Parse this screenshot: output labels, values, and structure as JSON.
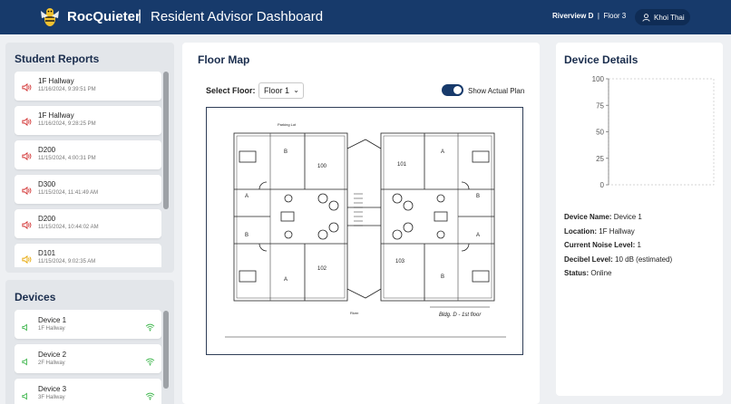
{
  "header": {
    "brand": "RocQuieter",
    "separator": "|",
    "title": "Resident Advisor Dashboard",
    "building": "Riverview D",
    "loc_separator": "|",
    "floor": "Floor 3",
    "user": "Khoi Thai",
    "bg_color": "#173a6b"
  },
  "reports": {
    "title": "Student Reports",
    "items": [
      {
        "name": "1F Hallway",
        "time": "11/16/2024, 9:39:51 PM",
        "severity": "high"
      },
      {
        "name": "1F Hallway",
        "time": "11/16/2024, 9:28:25 PM",
        "severity": "high"
      },
      {
        "name": "D200",
        "time": "11/15/2024, 4:00:31 PM",
        "severity": "high"
      },
      {
        "name": "D300",
        "time": "11/15/2024, 11:41:49 AM",
        "severity": "high"
      },
      {
        "name": "D200",
        "time": "11/15/2024, 10:44:02 AM",
        "severity": "high"
      },
      {
        "name": "D101",
        "time": "11/15/2024, 9:02:35 AM",
        "severity": "low"
      }
    ],
    "colors": {
      "high": "#d12f2f",
      "low": "#e6a500"
    }
  },
  "devices": {
    "title": "Devices",
    "items": [
      {
        "name": "Device 1",
        "location": "1F Hallway"
      },
      {
        "name": "Device 2",
        "location": "2F Hallway"
      },
      {
        "name": "Device 3",
        "location": "3F Hallway"
      }
    ],
    "icon_color": "#3bb54a"
  },
  "floor_map": {
    "title": "Floor Map",
    "select_label": "Select Floor:",
    "selected_floor": "Floor 1",
    "toggle_label": "Show Actual Plan",
    "toggle_on": true,
    "plan": {
      "parking": "Parking Lot",
      "rooms": [
        "100",
        "101",
        "102",
        "103"
      ],
      "zones": [
        "A",
        "B"
      ],
      "river": "River",
      "note": "Bldg. D - 1st floor"
    }
  },
  "device_details": {
    "title": "Device Details",
    "chart_data": {
      "type": "line",
      "y_ticks": [
        "100",
        "75",
        "50",
        "25",
        "0"
      ],
      "ylim": [
        0,
        100
      ],
      "series": []
    },
    "fields": [
      {
        "label": "Device Name:",
        "value": "Device 1"
      },
      {
        "label": "Location:",
        "value": "1F Hallway"
      },
      {
        "label": "Current Noise Level:",
        "value": "1"
      },
      {
        "label": "Decibel Level:",
        "value": "10 dB (estimated)"
      },
      {
        "label": "Status:",
        "value": "Online"
      }
    ]
  }
}
